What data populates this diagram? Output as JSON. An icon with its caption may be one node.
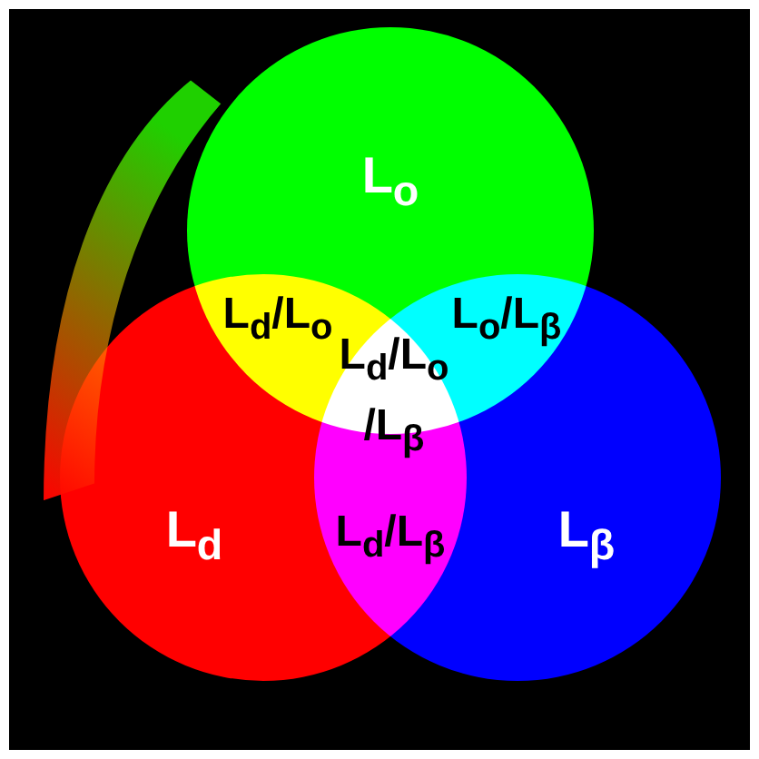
{
  "diagram": {
    "nodes": [
      {
        "text": [
          "L$_{o}$"
        ]
      },
      {
        "text": [
          "L$_{d}$"
        ]
      },
      {
        "text": [
          "L$_{β}$"
        ]
      }
    ],
    "labels": [
      "L$_{d}$/L$_{o}$",
      "L$_{o}$/L$_{β}$",
      "L$_{d}$/L$_{o}$ /L$_{β}$",
      "L$_{d}$/L$_{β}$"
    ]
  }
}
